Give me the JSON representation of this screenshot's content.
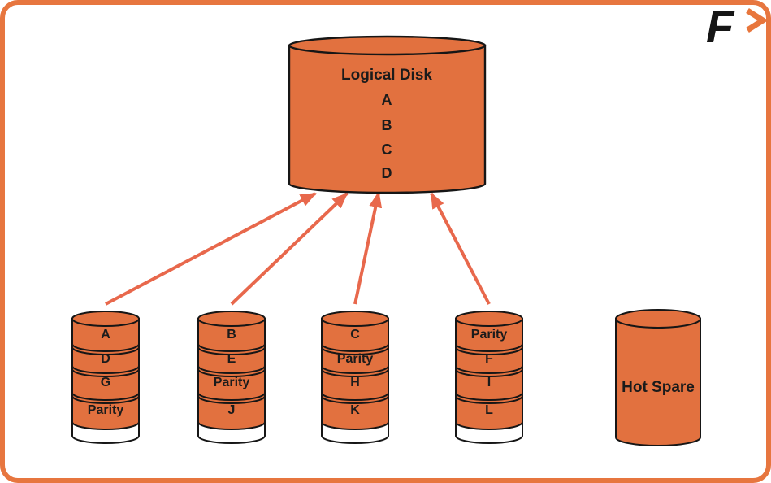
{
  "frame": {
    "background": "#FFFFFF",
    "border_color": "#E7763F"
  },
  "logo": {
    "letter": "F",
    "letter_color": "#161616",
    "chevron_color": "#E8763C"
  },
  "logical_disk": {
    "title": "Logical Disk",
    "blocks": [
      "A",
      "B",
      "C",
      "D"
    ]
  },
  "physical_disks": [
    {
      "blocks": [
        "A",
        "D",
        "G",
        "Parity"
      ]
    },
    {
      "blocks": [
        "B",
        "E",
        "Parity",
        "J"
      ]
    },
    {
      "blocks": [
        "C",
        "Parity",
        "H",
        "K"
      ]
    },
    {
      "blocks": [
        "Parity",
        "F",
        "I",
        "L"
      ]
    }
  ],
  "hot_spare": {
    "label": "Hot Spare"
  },
  "colors": {
    "disk_fill": "#E2713F",
    "disk_outline": "#161616",
    "arrow": "#E8684C",
    "text": "#1B1B1B",
    "empty_band": "#FFFFFF"
  }
}
